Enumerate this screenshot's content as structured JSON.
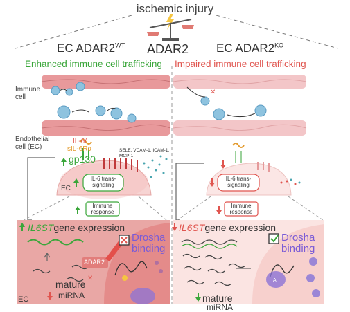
{
  "title": "ischemic injury",
  "center_label": "ADAR2",
  "left": {
    "header": "EC ADAR2",
    "header_sup": "WT",
    "subtitle": "Enhanced immune cell trafficking",
    "gene_text": "gene expression",
    "gene_name": "IL6ST",
    "drosha": "Drosha binding",
    "adar_tag": "ADAR2",
    "mature": "mature",
    "mirna": "miRNA",
    "ec_corner": "EC"
  },
  "right": {
    "header": "EC ADAR2",
    "header_sup": "KO",
    "subtitle": "Impaired immune cell trafficking",
    "gene_text": "gene expression",
    "gene_name": "IL6ST",
    "drosha": "Drosha binding",
    "mature": "mature",
    "mirna": "miRNA"
  },
  "labels": {
    "immune_cell": "Immune cell",
    "endothelial_cell": "Endothelial cell (EC)",
    "il6": "IL-6/",
    "sil6ra": "sIL-6Rα",
    "gp130": "gp130",
    "adhesion": "SELE, VCAM-1, ICAM-1, MCP-1",
    "ec": "EC",
    "trans_signaling_left": "IL-6 trans-signaling",
    "trans_signaling_right": "IL-6 trans-signaling",
    "immune_response_left": "Immune response",
    "immune_response_right": "Immune response"
  },
  "colors": {
    "up": "#3aa63a",
    "down": "#e0554f",
    "drosha": "#7a5bd6",
    "vessel_wt": "#e8999b",
    "vessel_ko": "#f3c6c8",
    "panel_wt": "#e9a7a5",
    "panel_ko": "#fbe4e2"
  },
  "icons": [
    "scale-icon",
    "lightning-icon",
    "checkbox-x-icon",
    "checkbox-check-icon",
    "up-arrow-icon",
    "down-arrow-icon"
  ]
}
